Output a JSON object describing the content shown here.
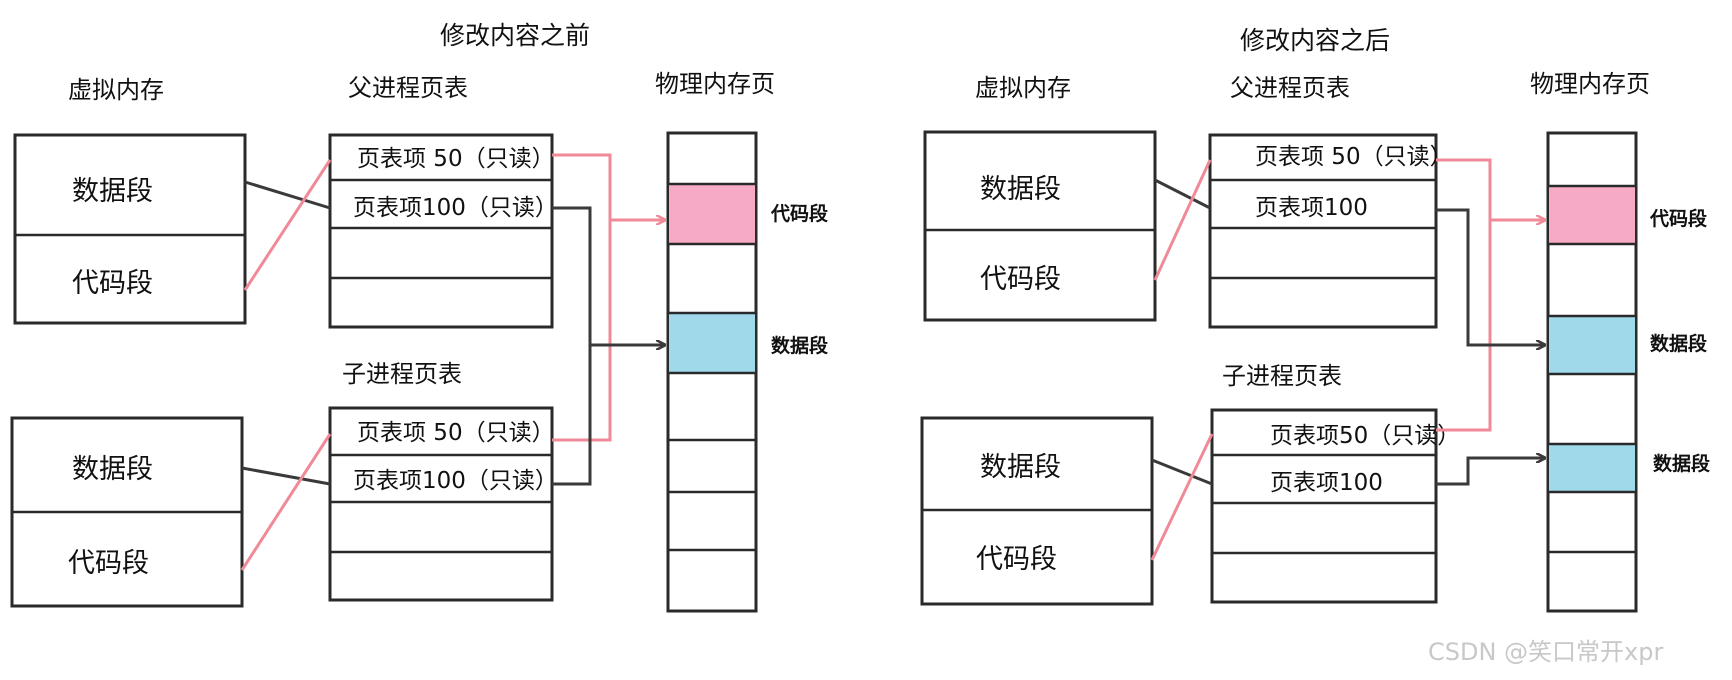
{
  "colors": {
    "code_fill": "#f7aac5",
    "code_text": "#f28ab0",
    "data_fill": "#9fd9ea",
    "data_text": "#1ba1d6",
    "red_line": "#f08a98",
    "dark_line": "#3a3a3a"
  },
  "before": {
    "title": "修改内容之前",
    "virtual_memory_label": "虚拟内存",
    "parent_table_label": "父进程页表",
    "child_table_label": "子进程页表",
    "physical_page_label": "物理内存页",
    "parent_vm": {
      "data_seg": "数据段",
      "code_seg": "代码段"
    },
    "child_vm": {
      "data_seg": "数据段",
      "code_seg": "代码段"
    },
    "parent_entries": [
      "页表项 50（只读）",
      "页表项100（只读）"
    ],
    "child_entries": [
      "页表项 50（只读）",
      "页表项100（只读）"
    ],
    "phys_code_label": "代码段",
    "phys_data_label": "数据段"
  },
  "after": {
    "title": "修改内容之后",
    "virtual_memory_label": "虚拟内存",
    "parent_table_label": "父进程页表",
    "child_table_label": "子进程页表",
    "physical_page_label": "物理内存页",
    "parent_vm": {
      "data_seg": "数据段",
      "code_seg": "代码段"
    },
    "child_vm": {
      "data_seg": "数据段",
      "code_seg": "代码段"
    },
    "parent_entries": [
      "页表项 50（只读）",
      "页表项100"
    ],
    "child_entries": [
      "页表项50（只读）",
      "页表项100"
    ],
    "phys_code_label": "代码段",
    "phys_data_label_1": "数据段",
    "phys_data_label_2": "数据段"
  },
  "watermark": "CSDN @笑口常开xpr"
}
